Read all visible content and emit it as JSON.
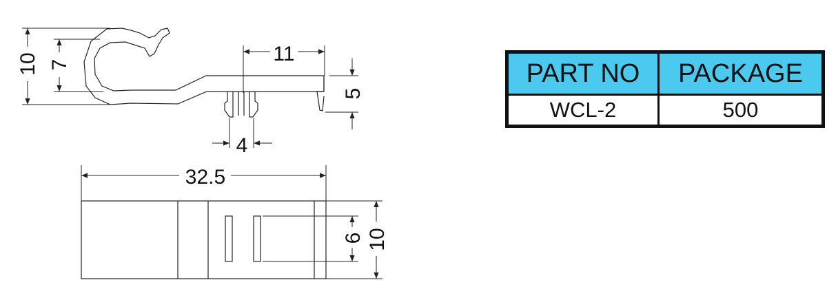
{
  "dimensions": {
    "side_height_outer": "10",
    "side_height_inner": "7",
    "clip_width": "11",
    "leg_height": "5",
    "leg_gap": "4",
    "total_length": "32.5",
    "slot_length": "6",
    "plan_height": "10"
  },
  "table": {
    "header_color": "#4cc9ef",
    "headers": {
      "part_no": "PART NO",
      "package": "PACKAGE"
    },
    "rows": [
      {
        "part_no": "WCL-2",
        "package": "500"
      }
    ]
  }
}
